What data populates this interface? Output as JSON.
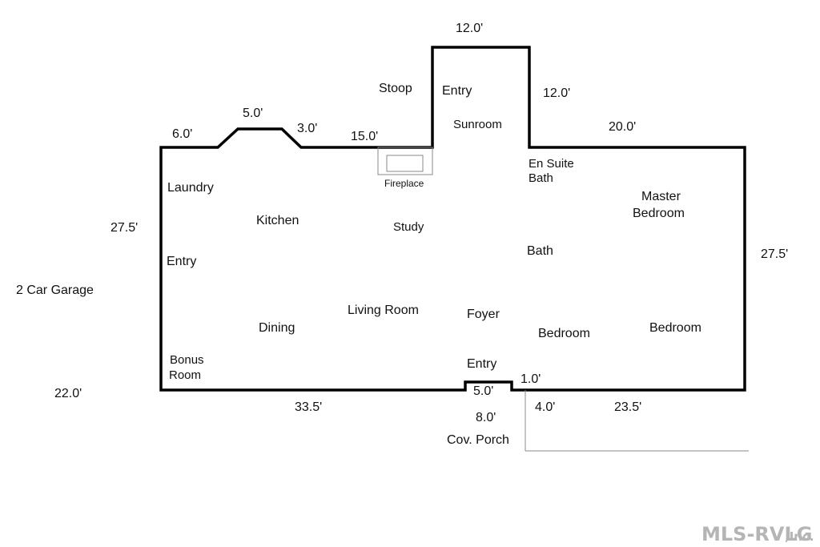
{
  "rooms": {
    "stoop": "Stoop",
    "entry_top": "Entry",
    "sunroom": "Sunroom",
    "en_suite_1": "En Suite",
    "en_suite_2": "Bath",
    "laundry": "Laundry",
    "kitchen": "Kitchen",
    "study": "Study",
    "fireplace": "Fireplace",
    "master_1": "Master",
    "master_2": "Bedroom",
    "bath": "Bath",
    "entry_left": "Entry",
    "garage": "2 Car Garage",
    "living_room": "Living Room",
    "foyer": "Foyer",
    "dining": "Dining",
    "bedroom_1": "Bedroom",
    "bedroom_2": "Bedroom",
    "bonus_1": "Bonus",
    "bonus_2": "Room",
    "entry_bottom": "Entry",
    "cov_porch": "Cov. Porch"
  },
  "dimensions": {
    "sunroom_width": "12.0'",
    "sunroom_depth": "12.0'",
    "bump_left": "6.0'",
    "bump_top": "5.0'",
    "bump_right": "3.0'",
    "top_mid": "15.0'",
    "top_right": "20.0'",
    "left_height": "27.5'",
    "right_height": "27.5'",
    "garage_width": "22.0'",
    "bottom_left": "33.5'",
    "porch_width": "5.0'",
    "porch_offset": "1.0'",
    "porch_depth": "8.0'",
    "bottom_step": "4.0'",
    "bottom_right": "23.5'"
  },
  "watermark": {
    "main": "MLS-RVLG",
    "suffix": ",Inc."
  }
}
